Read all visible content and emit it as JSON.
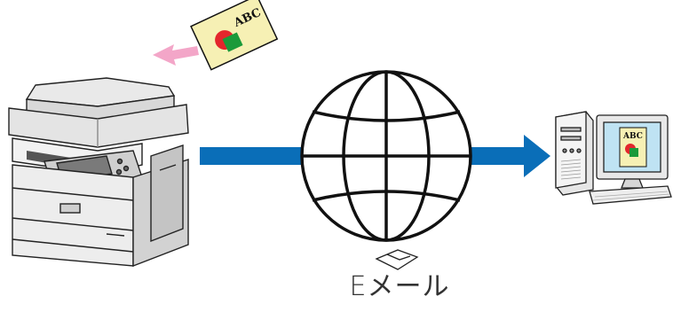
{
  "diagram": {
    "email_label": "Eメール",
    "document_text": "ABC",
    "monitor_document_text": "ABC",
    "colors": {
      "arrow_blue": "#0a6eb8",
      "arrow_pink": "#f3a6c8",
      "paper_yellow": "#f6f0b4",
      "shape_red": "#e3262c",
      "shape_green": "#1a9a3a",
      "monitor_screen": "#bfe3f3",
      "outline": "#111111"
    },
    "icons": [
      "multifunction-printer-icon",
      "globe-icon",
      "email-envelope-icon",
      "desktop-computer-icon",
      "document-icon"
    ]
  }
}
